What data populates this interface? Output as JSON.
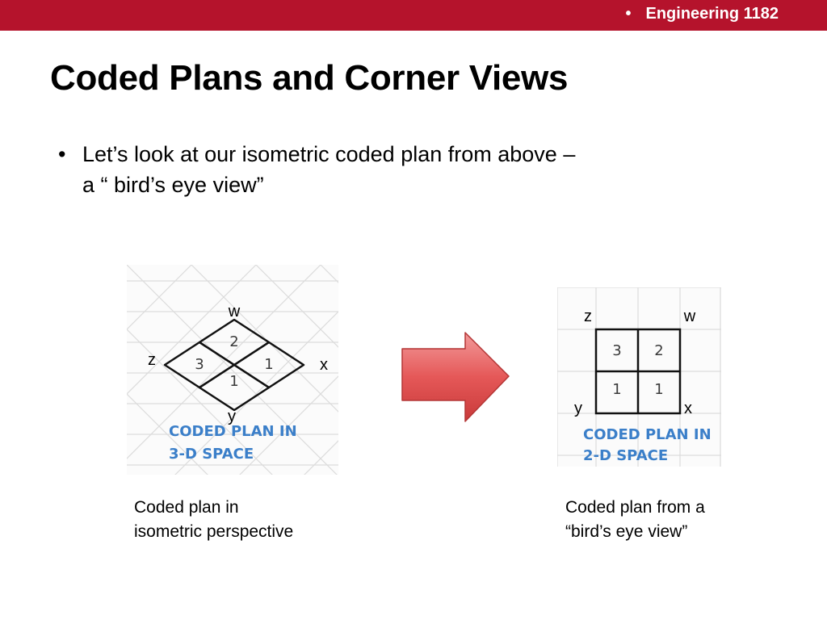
{
  "header": {
    "bullet": "•",
    "course": "Engineering 1182",
    "accent_color": "#b5132c"
  },
  "slide": {
    "title": "Coded Plans and Corner Views",
    "bullet_text_line1": "Let’s look at our isometric coded plan from above –",
    "bullet_text_line2": "a “ bird’s eye view”"
  },
  "left_figure": {
    "labels": {
      "w": "w",
      "x": "x",
      "y": "y",
      "z": "z"
    },
    "cells": {
      "top": "2",
      "left": "3",
      "right": "1",
      "bottom": "1"
    },
    "caption_line1": "CODED PLAN IN",
    "caption_line2": "3-D SPACE",
    "caption_color": "#3b7fc9"
  },
  "arrow": {
    "icon": "right-arrow-icon",
    "color": "#e05555"
  },
  "right_figure": {
    "labels": {
      "z": "z",
      "w": "w",
      "y": "y",
      "x": "x"
    },
    "cells": {
      "top_left": "3",
      "top_right": "2",
      "bottom_left": "1",
      "bottom_right": "1"
    },
    "caption_line1": "CODED PLAN IN",
    "caption_line2": "2-D SPACE",
    "caption_color": "#3b7fc9"
  },
  "captions": {
    "left_line1": "Coded plan in",
    "left_line2": "isometric perspective",
    "right_line1": "Coded plan from a",
    "right_line2": "“bird’s eye view”"
  }
}
